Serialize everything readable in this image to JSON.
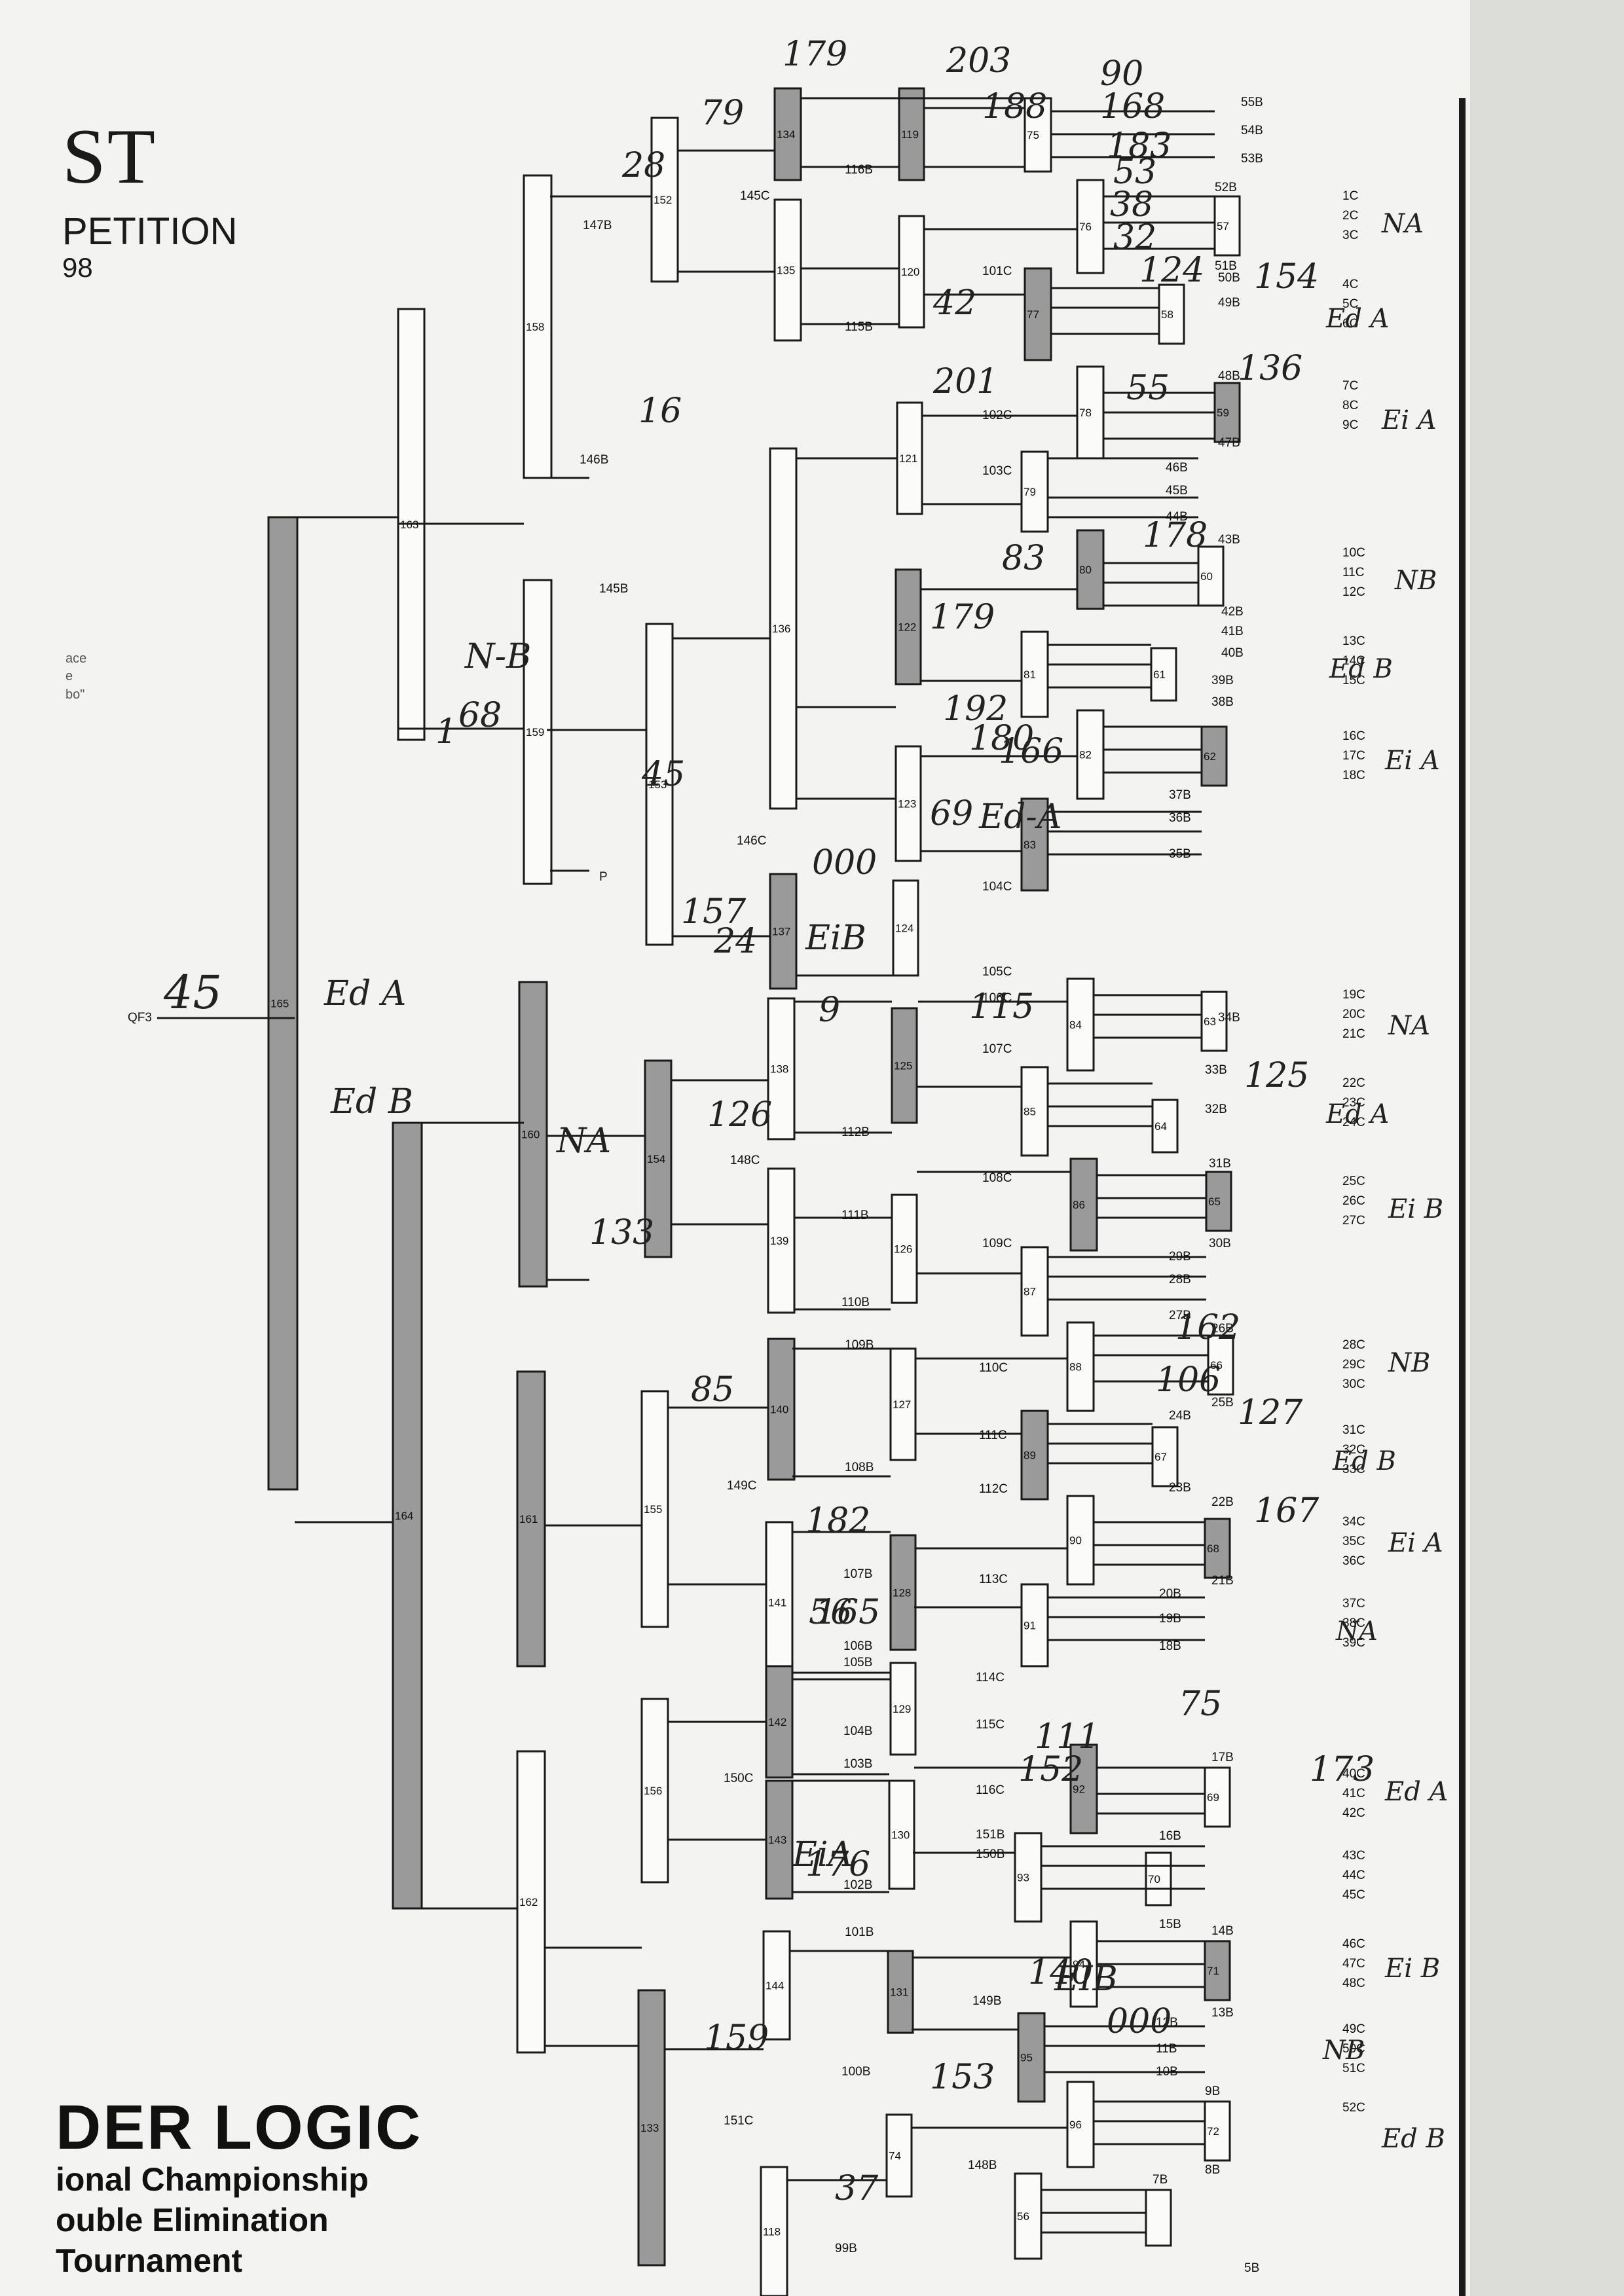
{
  "header": {
    "title_fragment": "ST",
    "competition_fragment": "PETITION",
    "year_fragment": "98",
    "side_notes": [
      "ace",
      "e",
      "bo\""
    ]
  },
  "footer": {
    "line1": "DER LOGIC",
    "line2": "ional Championship",
    "line3": "ouble Elimination",
    "line4": "Tournament"
  },
  "bracket": {
    "qf_label": "QF3",
    "qf_score": "45",
    "match_ids": [
      "165",
      "163",
      "164",
      "158",
      "159",
      "160",
      "161",
      "162",
      "152",
      "153",
      "154",
      "155",
      "156",
      "133",
      "134",
      "135",
      "136",
      "137",
      "138",
      "139",
      "140",
      "141",
      "142",
      "143",
      "144",
      "118",
      "119",
      "120",
      "121",
      "122",
      "123",
      "124",
      "125",
      "126",
      "127",
      "128",
      "129",
      "130",
      "131",
      "74",
      "75",
      "76",
      "77",
      "78",
      "79",
      "80",
      "81",
      "82",
      "83",
      "84",
      "85",
      "86",
      "87",
      "88",
      "89",
      "90",
      "91",
      "92",
      "93",
      "94",
      "95",
      "96",
      "56",
      "57",
      "58",
      "59",
      "60",
      "61",
      "62",
      "63",
      "64",
      "65",
      "66",
      "67",
      "68",
      "69",
      "70",
      "71",
      "72"
    ],
    "slot_labels": [
      "55B",
      "54B",
      "53B",
      "52B",
      "51B",
      "50B",
      "49B",
      "48B",
      "47B",
      "46B",
      "45B",
      "44B",
      "43B",
      "42B",
      "41B",
      "40B",
      "39B",
      "38B",
      "37B",
      "36B",
      "35B",
      "34B",
      "33B",
      "32B",
      "31B",
      "30B",
      "29B",
      "28B",
      "27B",
      "26B",
      "25B",
      "24B",
      "23B",
      "22B",
      "21B",
      "20B",
      "19B",
      "18B",
      "17B",
      "16B",
      "15B",
      "14B",
      "13B",
      "12B",
      "11B",
      "10B",
      "9B",
      "8B",
      "7B",
      "5B",
      "116B",
      "115B",
      "112B",
      "111B",
      "110B",
      "109B",
      "108B",
      "107B",
      "106B",
      "105B",
      "104B",
      "103B",
      "102B",
      "101B",
      "100B",
      "99B",
      "145C",
      "146C",
      "148C",
      "149C",
      "150C",
      "151C",
      "101C",
      "102C",
      "103C",
      "104C",
      "105C",
      "106C",
      "107C",
      "108C",
      "109C",
      "110C",
      "111C",
      "112C",
      "113C",
      "114C",
      "115C",
      "116C",
      "151B",
      "150B",
      "149B",
      "148B",
      "147B",
      "146B",
      "145B",
      "P"
    ],
    "team_codes": [
      "1C",
      "2C",
      "3C",
      "4C",
      "5C",
      "6C",
      "7C",
      "8C",
      "9C",
      "10C",
      "11C",
      "12C",
      "13C",
      "14C",
      "15C",
      "16C",
      "17C",
      "18C",
      "19C",
      "20C",
      "21C",
      "22C",
      "23C",
      "24C",
      "25C",
      "26C",
      "27C",
      "28C",
      "29C",
      "30C",
      "31C",
      "32C",
      "33C",
      "34C",
      "35C",
      "36C",
      "37C",
      "38C",
      "39C",
      "40C",
      "41C",
      "42C",
      "43C",
      "44C",
      "45C",
      "46C",
      "47C",
      "48C",
      "49C",
      "50C",
      "51C",
      "52C"
    ],
    "team_groups": [
      "NA",
      "Ed A",
      "Ei A",
      "NB",
      "Ed B",
      "Ei A",
      "NA",
      "Ed A",
      "Ei B",
      "NB",
      "Ed B",
      "Ei A",
      "NA",
      "Ed A",
      "Ei B",
      "NB",
      "Ed B"
    ],
    "handwritten": [
      "179",
      "203",
      "79",
      "188",
      "90",
      "168",
      "183",
      "53",
      "38",
      "32",
      "124",
      "154",
      "42",
      "201",
      "55",
      "136",
      "178",
      "83",
      "192",
      "179",
      "180",
      "166",
      "69",
      "157",
      "000",
      "EiB",
      "115",
      "9",
      "125",
      "126",
      "133",
      "85",
      "162",
      "106",
      "127",
      "167",
      "182",
      "165",
      "56",
      "75",
      "152",
      "173",
      "176",
      "111",
      "140",
      "37",
      "153",
      "159",
      "000",
      "EIB",
      "EiA",
      "Ed A",
      "Ed B",
      "Ed-A",
      "NA",
      "N-B",
      "45",
      "24",
      "28",
      "68",
      "16",
      "1"
    ]
  },
  "colors": {
    "paper": "#f3f3f1",
    "ink": "#1a1a1a",
    "shade": "#9a9a9a"
  }
}
